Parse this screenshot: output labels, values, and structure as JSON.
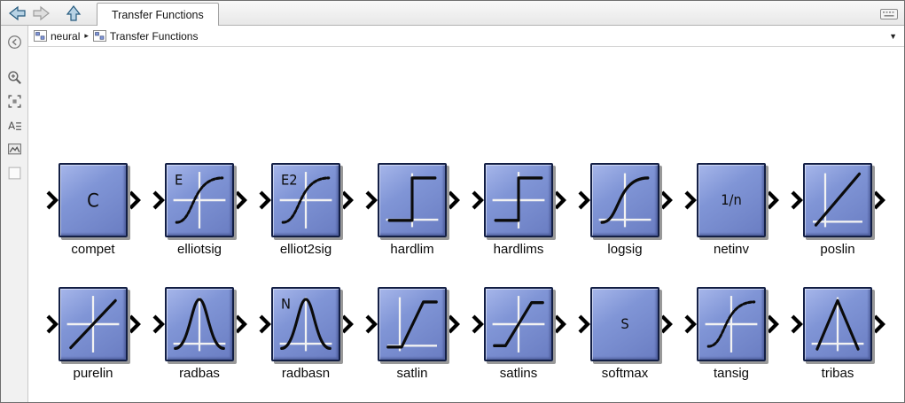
{
  "titlebar": {
    "tab_label": "Transfer Functions",
    "buttons": [
      {
        "name": "back-button",
        "icon": "arrow-left-icon",
        "enabled": true
      },
      {
        "name": "forward-button",
        "icon": "arrow-right-icon",
        "enabled": false
      },
      {
        "name": "up-button",
        "icon": "arrow-up-icon",
        "enabled": true
      }
    ],
    "keyboard_icon": "keyboard-icon"
  },
  "breadcrumb": {
    "path": [
      {
        "label": "neural",
        "icon": "library-icon"
      },
      {
        "label": "Transfer Functions",
        "icon": "library-icon"
      }
    ],
    "separator": "▸",
    "dropdown": "▼",
    "dropdown_icon": "chevron-down-icon"
  },
  "sidebar": {
    "buttons": [
      {
        "name": "collapse-panel-button",
        "icon": "circle-arrow-icon"
      },
      {
        "name": "zoom-button",
        "icon": "magnifier-plus-icon"
      },
      {
        "name": "fit-to-view-button",
        "icon": "fit-to-view-icon"
      },
      {
        "name": "annotation-button",
        "icon": "annotation-icon"
      },
      {
        "name": "image-button",
        "icon": "image-icon"
      },
      {
        "name": "swatch-button",
        "icon": "swatch-icon"
      }
    ]
  },
  "colors": {
    "block_fill": "#8095d6",
    "block_border": "#131f45",
    "axes": "#f2f2f2",
    "curve": "#0b0b0b"
  },
  "canvas": {
    "rows": [
      [
        {
          "label": "compet",
          "text": "C",
          "text_pos": "center",
          "text_size": "lg",
          "axes": "none",
          "curve": "none",
          "icon_name": "letter-c-icon"
        },
        {
          "label": "elliotsig",
          "text": "E",
          "text_pos": "topleft",
          "axes": "cross",
          "curve": "sigmoid",
          "dashed": true,
          "icon_name": "sigmoid-curve-icon"
        },
        {
          "label": "elliot2sig",
          "text": "E2",
          "text_pos": "topleft",
          "axes": "cross",
          "curve": "sigmoid",
          "dashed": true,
          "icon_name": "sigmoid-curve-icon"
        },
        {
          "label": "hardlim",
          "axes": "bottom",
          "curve": "step",
          "icon_name": "step-curve-icon"
        },
        {
          "label": "hardlims",
          "axes": "cross",
          "curve": "step",
          "icon_name": "step-curve-icon"
        },
        {
          "label": "logsig",
          "axes": "bottom",
          "curve": "sigmoid",
          "icon_name": "sigmoid-curve-icon"
        },
        {
          "label": "netinv",
          "text": "1/n",
          "text_pos": "center",
          "text_size": "md",
          "axes": "none",
          "curve": "none",
          "icon_name": "reciprocal-icon"
        },
        {
          "label": "poslin",
          "axes": "left-bottom",
          "curve": "ramp",
          "icon_name": "ramp-curve-icon"
        }
      ],
      [
        {
          "label": "purelin",
          "axes": "cross",
          "curve": "linear",
          "icon_name": "linear-curve-icon"
        },
        {
          "label": "radbas",
          "axes": "bottom",
          "curve": "bell",
          "icon_name": "bell-curve-icon"
        },
        {
          "label": "radbasn",
          "text": "N",
          "text_pos": "topleft",
          "axes": "bottom",
          "curve": "bell",
          "icon_name": "bell-curve-icon"
        },
        {
          "label": "satlin",
          "axes": "left-bottom",
          "curve": "satlin",
          "icon_name": "saturating-line-icon"
        },
        {
          "label": "satlins",
          "axes": "cross",
          "curve": "satlins",
          "icon_name": "saturating-line-icon"
        },
        {
          "label": "softmax",
          "text": "S",
          "text_pos": "center",
          "text_size": "md",
          "axes": "none",
          "curve": "none",
          "icon_name": "letter-s-icon"
        },
        {
          "label": "tansig",
          "axes": "cross",
          "curve": "sigmoid",
          "dashed": true,
          "icon_name": "sigmoid-curve-icon"
        },
        {
          "label": "tribas",
          "axes": "bottom",
          "curve": "triangle",
          "icon_name": "triangle-curve-icon"
        }
      ]
    ]
  }
}
